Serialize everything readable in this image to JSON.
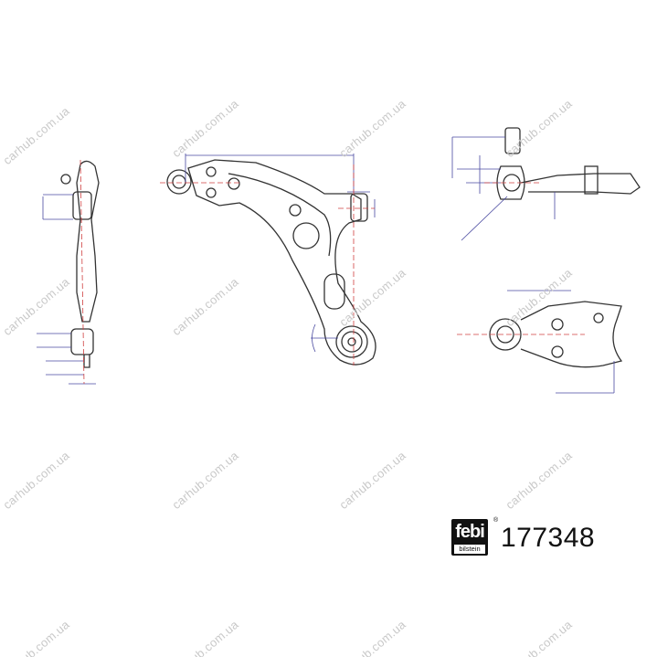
{
  "watermark": "carhub.com.ua",
  "brand": {
    "logo_main": "febi",
    "logo_sub": "bilstein",
    "registered": "®"
  },
  "part_number": "177348",
  "colors": {
    "outline": "#333333",
    "dimension": "#4a4aa0",
    "centerline": "#d04040",
    "watermark": "#c9c9c9"
  }
}
